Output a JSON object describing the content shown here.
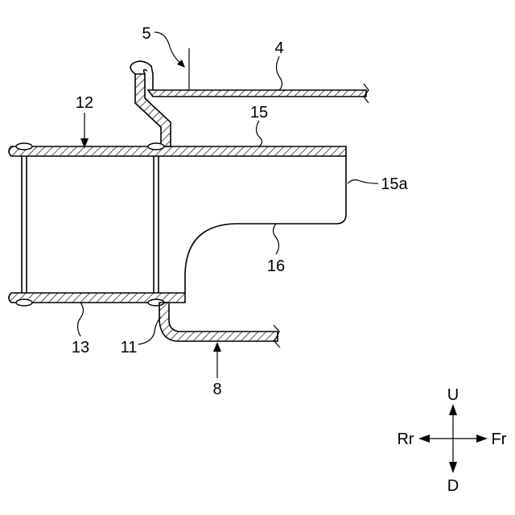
{
  "labels": {
    "ref_5": "5",
    "ref_4": "4",
    "ref_12": "12",
    "ref_15": "15",
    "ref_15a": "15a",
    "ref_16": "16",
    "ref_13": "13",
    "ref_11": "11",
    "ref_8": "8"
  },
  "directions": {
    "up": "U",
    "down": "D",
    "rear": "Rr",
    "front": "Fr"
  }
}
